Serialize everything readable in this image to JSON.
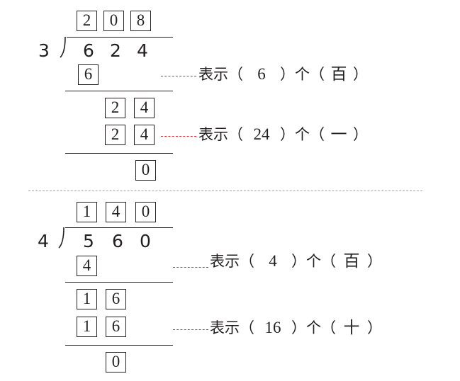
{
  "problems": [
    {
      "quotient": [
        "2",
        "0",
        "8"
      ],
      "divisor": "3",
      "dividend": [
        "6",
        "2",
        "4"
      ],
      "step1": [
        "6"
      ],
      "step2a": [
        "2",
        "4"
      ],
      "step2b": [
        "2",
        "4"
      ],
      "remainder": [
        "0"
      ],
      "annotations": [
        {
          "prefix": "表示（",
          "value": "6",
          "middle": "）个（",
          "unit": "百",
          "suffix": "）"
        },
        {
          "prefix": "表示（",
          "value": "24",
          "middle": "）个（",
          "unit": "一",
          "suffix": "）"
        }
      ]
    },
    {
      "quotient": [
        "1",
        "4",
        "0"
      ],
      "divisor": "4",
      "dividend": [
        "5",
        "6",
        "0"
      ],
      "step1": [
        "4"
      ],
      "step2a": [
        "1",
        "6"
      ],
      "step2b": [
        "1",
        "6"
      ],
      "remainder": [
        "0"
      ],
      "annotations": [
        {
          "prefix": "表示（",
          "value": "4",
          "middle": "）个（",
          "unit": "百",
          "suffix": "）"
        },
        {
          "prefix": "表示（",
          "value": "16",
          "middle": "）个（",
          "unit": "十",
          "suffix": "）"
        }
      ]
    }
  ],
  "colors": {
    "ink": "#231f20",
    "dash": "#e2272f",
    "separator": "#9aa3cf"
  }
}
